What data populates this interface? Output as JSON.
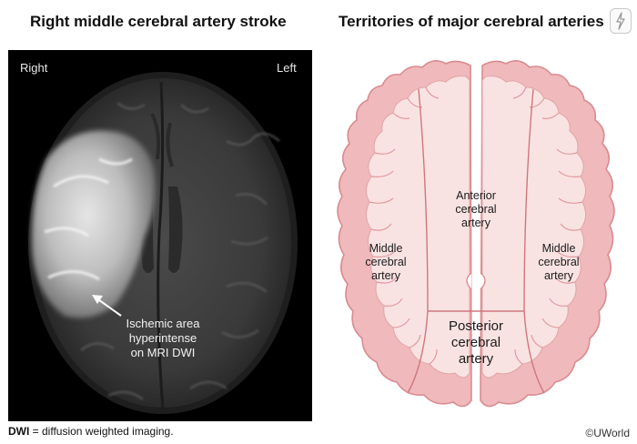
{
  "left_panel": {
    "title": "Right middle cerebral artery stroke",
    "label_right": "Right",
    "label_left": "Left",
    "callout_lines": [
      "Ischemic area",
      "hyperintense",
      "on MRI DWI"
    ]
  },
  "right_panel": {
    "title": "Territories of major cerebral arteries",
    "regions": {
      "anterior": [
        "Anterior",
        "cerebral",
        "artery"
      ],
      "middle_left": [
        "Middle",
        "cerebral",
        "artery"
      ],
      "middle_right": [
        "Middle",
        "cerebral",
        "artery"
      ],
      "posterior": [
        "Posterior",
        "cerebral",
        "artery"
      ]
    }
  },
  "footnote": {
    "abbr": "DWI",
    "text": " = diffusion weighted imaging."
  },
  "copyright": "©UWorld",
  "colors": {
    "brain_fill": "#f7dcdc",
    "brain_outline": "#d98b8f",
    "cortex_band": "#f0b9bc",
    "mri_bg": "#000000"
  }
}
